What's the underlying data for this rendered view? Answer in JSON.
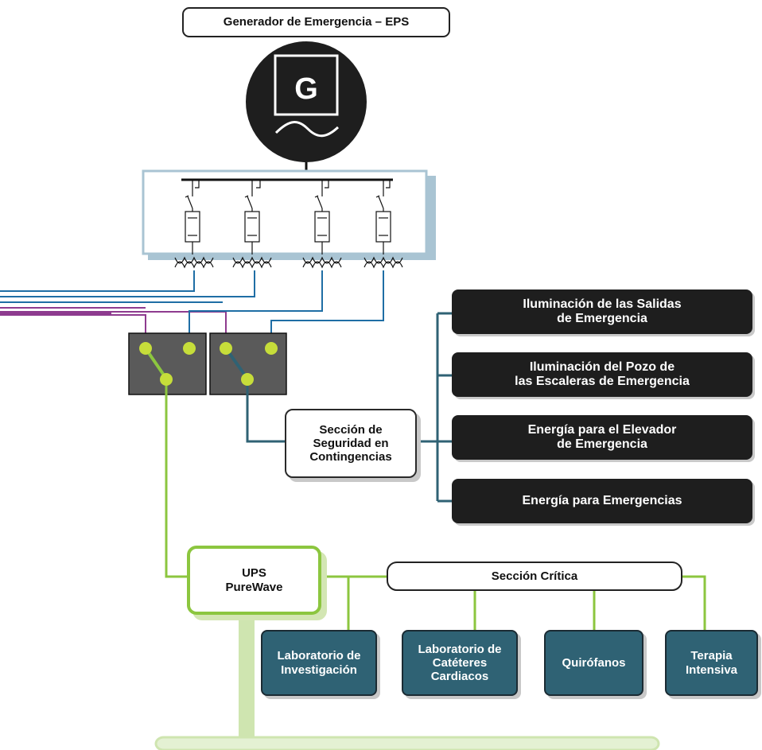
{
  "generator": {
    "label": "Generador de Emergencia – EPS",
    "symbol": "G",
    "icon": "generator-icon"
  },
  "emergency_loads": [
    "Iluminación de las Salidas\nde Emergencia",
    "Iluminación del Pozo de\nlas Escaleras de Emergencia",
    "Energía para el Elevador\nde Emergencia",
    "Energía para Emergencias"
  ],
  "safety_section": "Sección de\nSeguridad en\nContingencias",
  "ups": "UPS\nPureWave",
  "critical_section": "Sección Crítica",
  "critical_loads": [
    "Laboratorio de\nInvestigación",
    "Laboratorio de\nCatéteres\nCardiacos",
    "Quirófanos",
    "Terapia\nIntensiva"
  ],
  "colors": {
    "switchgear_frame": "#a9c4d3",
    "blue_line": "#1f6ea5",
    "purple_line": "#8e3b8f",
    "green_line": "#8cc63f",
    "light_green": "#cfe5b0",
    "teal_line": "#2f6274",
    "dark_box": "#1e1e1e",
    "teal_box": "#2f6274",
    "transfer_switch": "#5a5a5a",
    "contact": "#c6dd3a"
  }
}
